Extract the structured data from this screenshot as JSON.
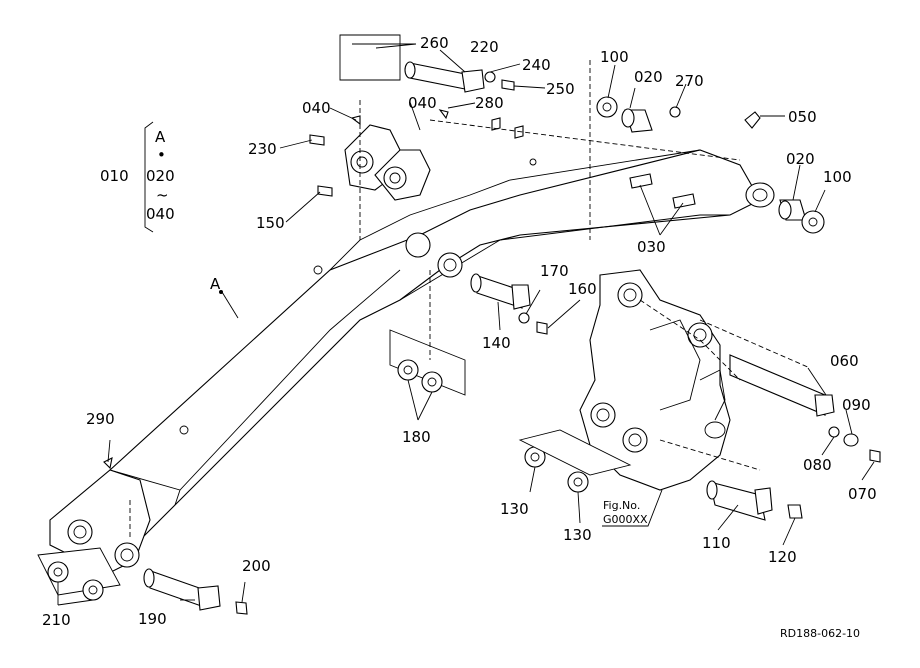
{
  "diagram": {
    "labels": {
      "p010": "010",
      "p020_a": "020",
      "p020_b": "020",
      "p020_c": "020",
      "p030": "030",
      "p040_a": "040",
      "p040_b": "040",
      "p040_c": "040",
      "p050": "050",
      "p060": "060",
      "p070": "070",
      "p080": "080",
      "p090": "090",
      "p100_a": "100",
      "p100_b": "100",
      "p110": "110",
      "p120": "120",
      "p130_a": "130",
      "p130_b": "130",
      "p140": "140",
      "p150": "150",
      "p160": "160",
      "p170": "170",
      "p180": "180",
      "p190": "190",
      "p200": "200",
      "p210": "210",
      "p220": "220",
      "p230": "230",
      "p240": "240",
      "p250": "250",
      "p260": "260",
      "p270": "270",
      "p280": "280",
      "p290": "290",
      "assy_A": "A",
      "assy_A2": "A",
      "bullet": "•",
      "tilde": "~",
      "fig_no": "Fig.No.",
      "fig_ref": "G000XX",
      "drawing_id": "RD188-062-10"
    }
  }
}
